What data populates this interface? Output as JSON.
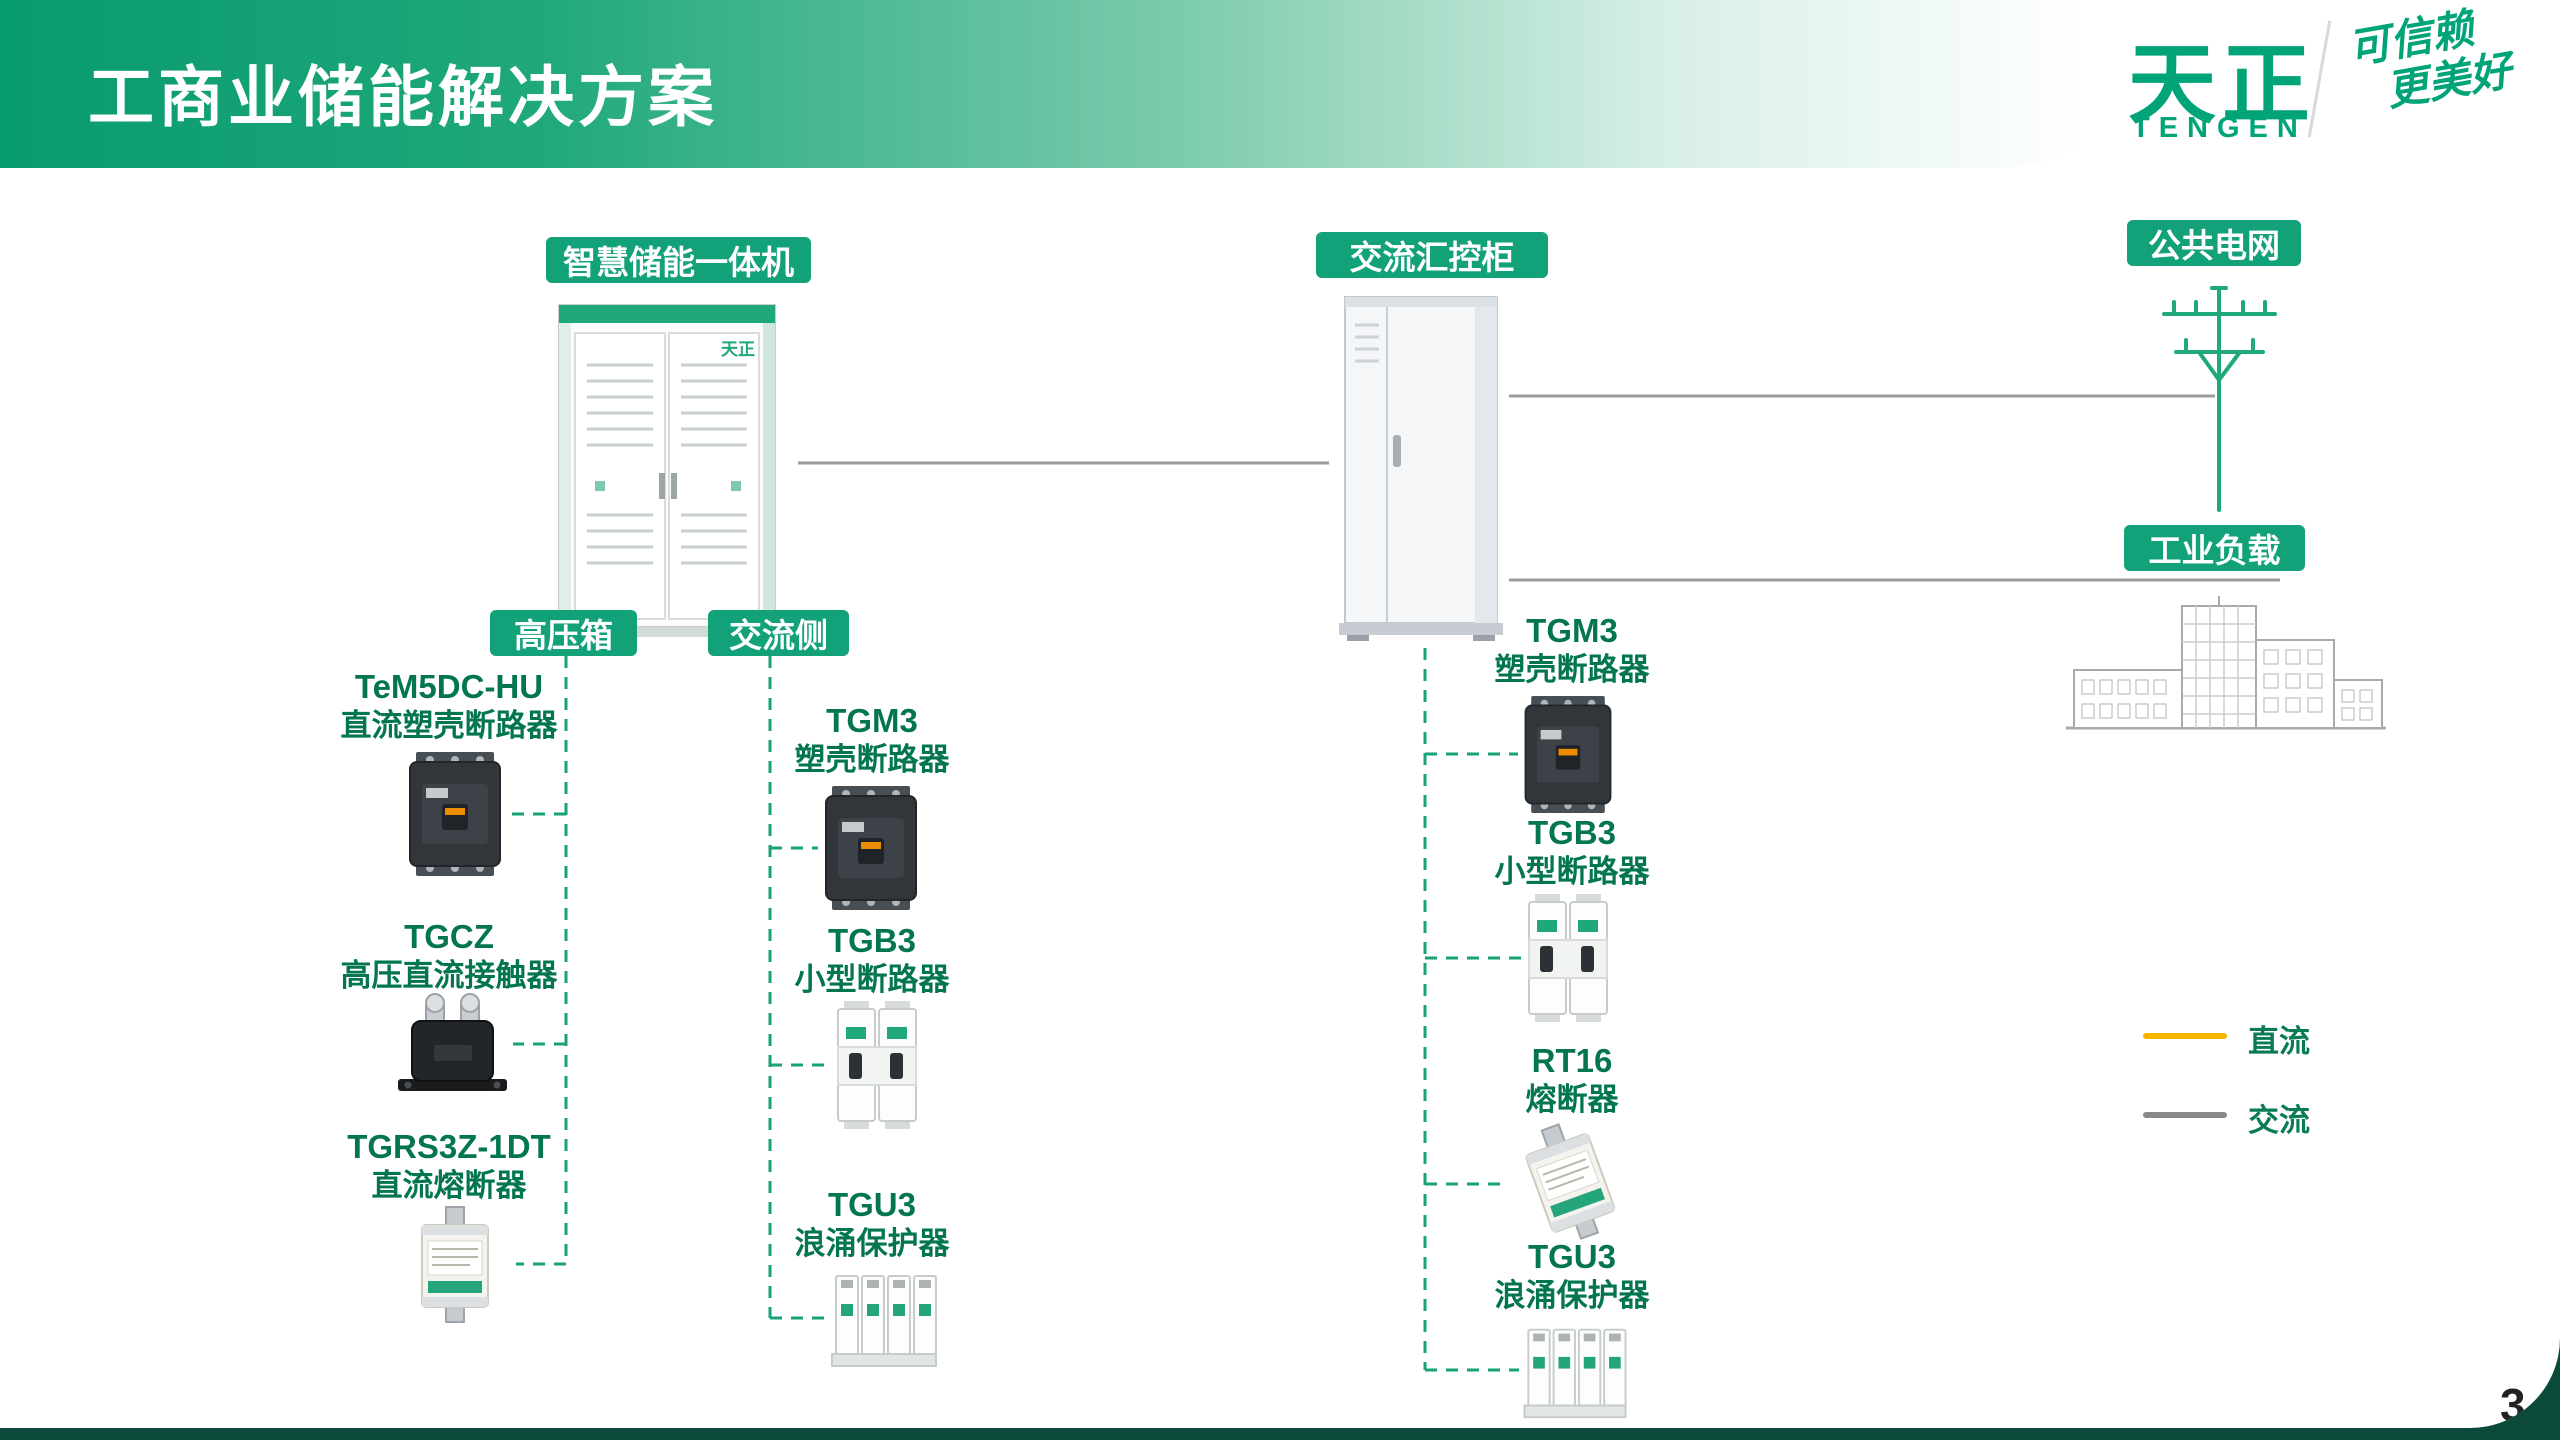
{
  "header": {
    "title": "工商业储能解决方案"
  },
  "logo": {
    "brand_cn": "天正",
    "brand_en": "TENGEN",
    "slogan_line1": "可信赖",
    "slogan_line2": "更美好"
  },
  "diagram": {
    "ess_label": "智慧储能一体机",
    "ess_brand": "天正",
    "hv_label": "高压箱",
    "acside_label": "交流侧",
    "accab_label": "交流汇控柜",
    "grid_label": "公共电网",
    "load_label": "工业负载",
    "left_column": [
      {
        "model": "TeM5DC-HU",
        "name": "直流塑壳断路器"
      },
      {
        "model": "TGCZ",
        "name": "高压直流接触器"
      },
      {
        "model": "TGRS3Z-1DT",
        "name": "直流熔断器"
      }
    ],
    "mid_column": [
      {
        "model": "TGM3",
        "name": "塑壳断路器"
      },
      {
        "model": "TGB3",
        "name": "小型断路器"
      },
      {
        "model": "TGU3",
        "name": "浪涌保护器"
      }
    ],
    "right_column": [
      {
        "model": "TGM3",
        "name": "塑壳断路器"
      },
      {
        "model": "TGB3",
        "name": "小型断路器"
      },
      {
        "model": "RT16",
        "name": "熔断器"
      },
      {
        "model": "TGU3",
        "name": "浪涌保护器"
      }
    ],
    "legend": [
      {
        "label": "直流",
        "color": "#F7B500"
      },
      {
        "label": "交流",
        "color": "#8A8A8A"
      }
    ]
  },
  "footer": {
    "page_number": "3"
  },
  "colors": {
    "brand_green": "#00A478",
    "badge_green": "#12A178",
    "footer_teal": "#0B4A3B",
    "product_text_green": "#03764F",
    "dc_line": "#F7B500",
    "ac_line": "#8A8A8A",
    "connector_dash": "#17A27A"
  }
}
